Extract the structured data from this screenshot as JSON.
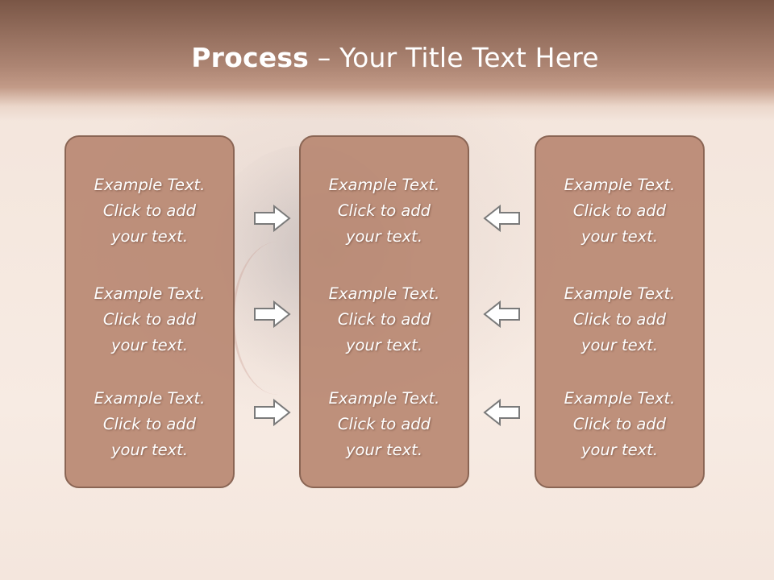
{
  "title": {
    "bold_part": "Process",
    "rest_part": " – Your Title Text Here"
  },
  "panels": [
    {
      "items": [
        {
          "line1": "Example Text.",
          "line2": "Click  to add",
          "line3": "your text."
        },
        {
          "line1": "Example Text.",
          "line2": "Click  to add",
          "line3": "your text."
        },
        {
          "line1": "Example Text.",
          "line2": "Click  to add",
          "line3": "your text."
        }
      ]
    },
    {
      "items": [
        {
          "line1": "Example Text.",
          "line2": "Click  to add",
          "line3": "your text."
        },
        {
          "line1": "Example Text.",
          "line2": "Click  to add",
          "line3": "your text."
        },
        {
          "line1": "Example Text.",
          "line2": "Click  to add",
          "line3": "your text."
        }
      ]
    },
    {
      "items": [
        {
          "line1": "Example Text.",
          "line2": "Click  to add",
          "line3": "your text."
        },
        {
          "line1": "Example Text.",
          "line2": "Click  to add",
          "line3": "your text."
        },
        {
          "line1": "Example Text.",
          "line2": "Click  to add",
          "line3": "your text."
        }
      ]
    }
  ],
  "arrows": {
    "left_column": "right-arrow-icon",
    "right_column": "left-arrow-icon"
  },
  "colors": {
    "panel_fill": "#b88872",
    "panel_border": "#8a6554",
    "title_band": "#96705f",
    "arrow_fill": "#ffffff",
    "arrow_stroke": "#7a7a7a"
  }
}
